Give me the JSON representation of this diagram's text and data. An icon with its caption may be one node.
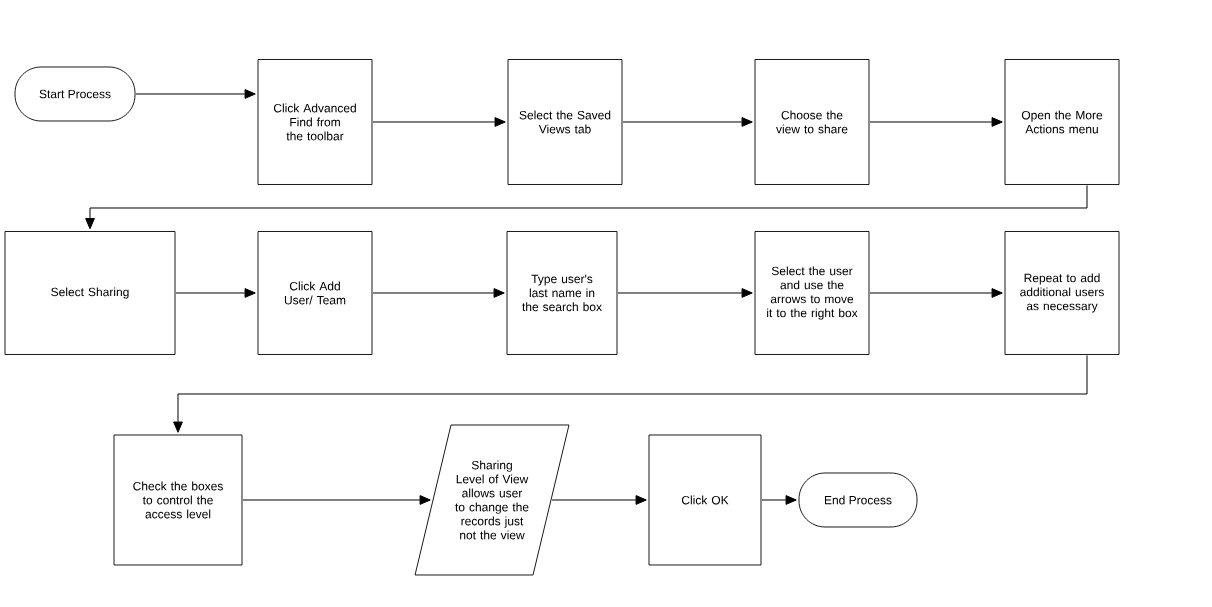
{
  "diagram": {
    "nodes": [
      {
        "text": [
          "Start Process"
        ]
      },
      {
        "text": [
          "Click Advanced Find from the toolbar"
        ]
      },
      {
        "text": [
          "Select the Saved Views tab"
        ]
      },
      {
        "text": [
          "Choose the view to share"
        ]
      },
      {
        "text": [
          "Open the More Actions menu"
        ]
      },
      {
        "text": [
          "Select Sharing"
        ]
      },
      {
        "text": [
          "Click Add User/ Team"
        ]
      },
      {
        "text": [
          "Type user's last name in the search box"
        ]
      },
      {
        "text": [
          "Select the user and use the arrows to move it to the right box"
        ]
      },
      {
        "text": [
          "Repeat to add additional users as necessary"
        ]
      },
      {
        "text": [
          "Check the boxes to control the access level"
        ]
      },
      {
        "text": [
          "Sharing Level of View allows user to change the records just not the view"
        ]
      },
      {
        "text": [
          "Click OK"
        ]
      },
      {
        "text": [
          "End Process"
        ]
      }
    ],
    "edges": [
      {
        "from": 0,
        "to": 1,
        "arrow": "to"
      },
      {
        "from": 1,
        "to": 2,
        "arrow": "to"
      },
      {
        "from": 2,
        "to": 3,
        "arrow": "to"
      },
      {
        "from": 3,
        "to": 4,
        "arrow": "to"
      },
      {
        "from": 4,
        "to": 5,
        "arrow": "to"
      },
      {
        "from": 5,
        "to": 6,
        "arrow": "to"
      },
      {
        "from": 6,
        "to": 7,
        "arrow": "to"
      },
      {
        "from": 7,
        "to": 8,
        "arrow": "to"
      },
      {
        "from": 8,
        "to": 9,
        "arrow": "to"
      },
      {
        "from": 9,
        "to": 10,
        "arrow": "to"
      },
      {
        "from": 10,
        "to": 11,
        "arrow": "to"
      },
      {
        "from": 11,
        "to": 12,
        "arrow": "to"
      },
      {
        "from": 12,
        "to": 13,
        "arrow": "to"
      }
    ]
  }
}
